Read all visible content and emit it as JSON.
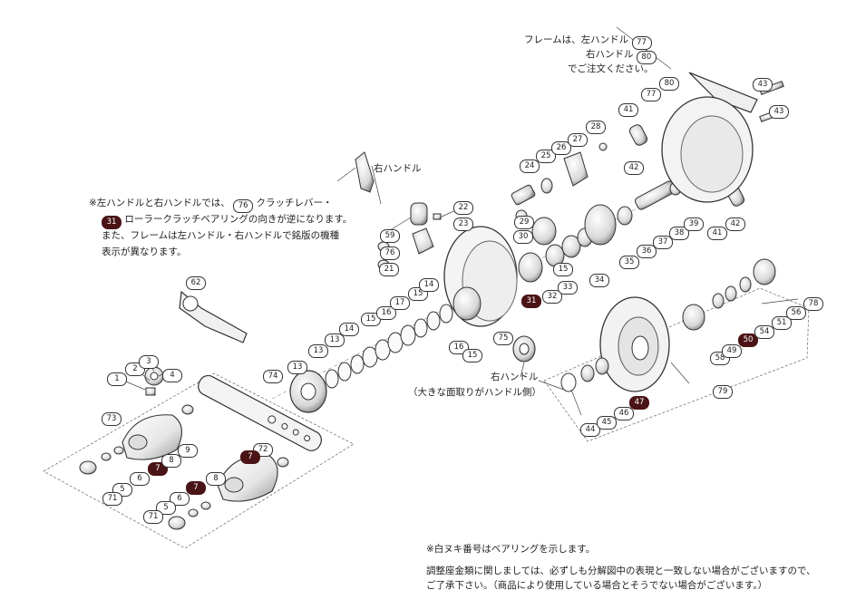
{
  "notes": {
    "frame_line1": "フレームは、左ハンドル",
    "frame_ref_left": "77",
    "frame_line2": "右ハンドル",
    "frame_ref_right": "80",
    "frame_line3": "でご注文ください。",
    "lr_line1_a": "※左ハンドルと右ハンドルでは、",
    "lr_ref_76": "76",
    "lr_line1_b": "クラッチレバー・",
    "lr_ref_31": "31",
    "lr_line2": "ローラークラッチベアリングの向きが逆になります。",
    "lr_line3": "また、フレームは左ハンドル・右ハンドルで銘版の機種",
    "lr_line4": "表示が異なります。",
    "right_handle_top": "右ハンドル",
    "right_handle_bottom_1": "右ハンドル",
    "right_handle_bottom_2": "（大きな面取りがハンドル側）",
    "bearing_note": "※白ヌキ番号はベアリングを示します。",
    "shim_note_1": "調整座金類に関しましては、必ずしも分解図中の表現と一致しない場合がございますので、",
    "shim_note_2": "ご了承下さい。（商品により使用している場合とそうでない場合がございます。）"
  },
  "part_numbers": [
    "1",
    "2",
    "3",
    "4",
    "5",
    "6",
    "7",
    "8",
    "9",
    "71",
    "72",
    "73",
    "74",
    "13",
    "14",
    "15",
    "16",
    "17",
    "62",
    "75",
    "21",
    "76",
    "59",
    "22",
    "23",
    "24",
    "25",
    "26",
    "27",
    "28",
    "29",
    "30",
    "31",
    "32",
    "33",
    "34",
    "35",
    "36",
    "37",
    "38",
    "39",
    "41",
    "42",
    "43",
    "77",
    "80",
    "44",
    "45",
    "46",
    "47",
    "79",
    "58",
    "49",
    "50",
    "54",
    "51",
    "56",
    "78"
  ],
  "bearing_numbers": [
    "7",
    "31",
    "47",
    "50"
  ]
}
